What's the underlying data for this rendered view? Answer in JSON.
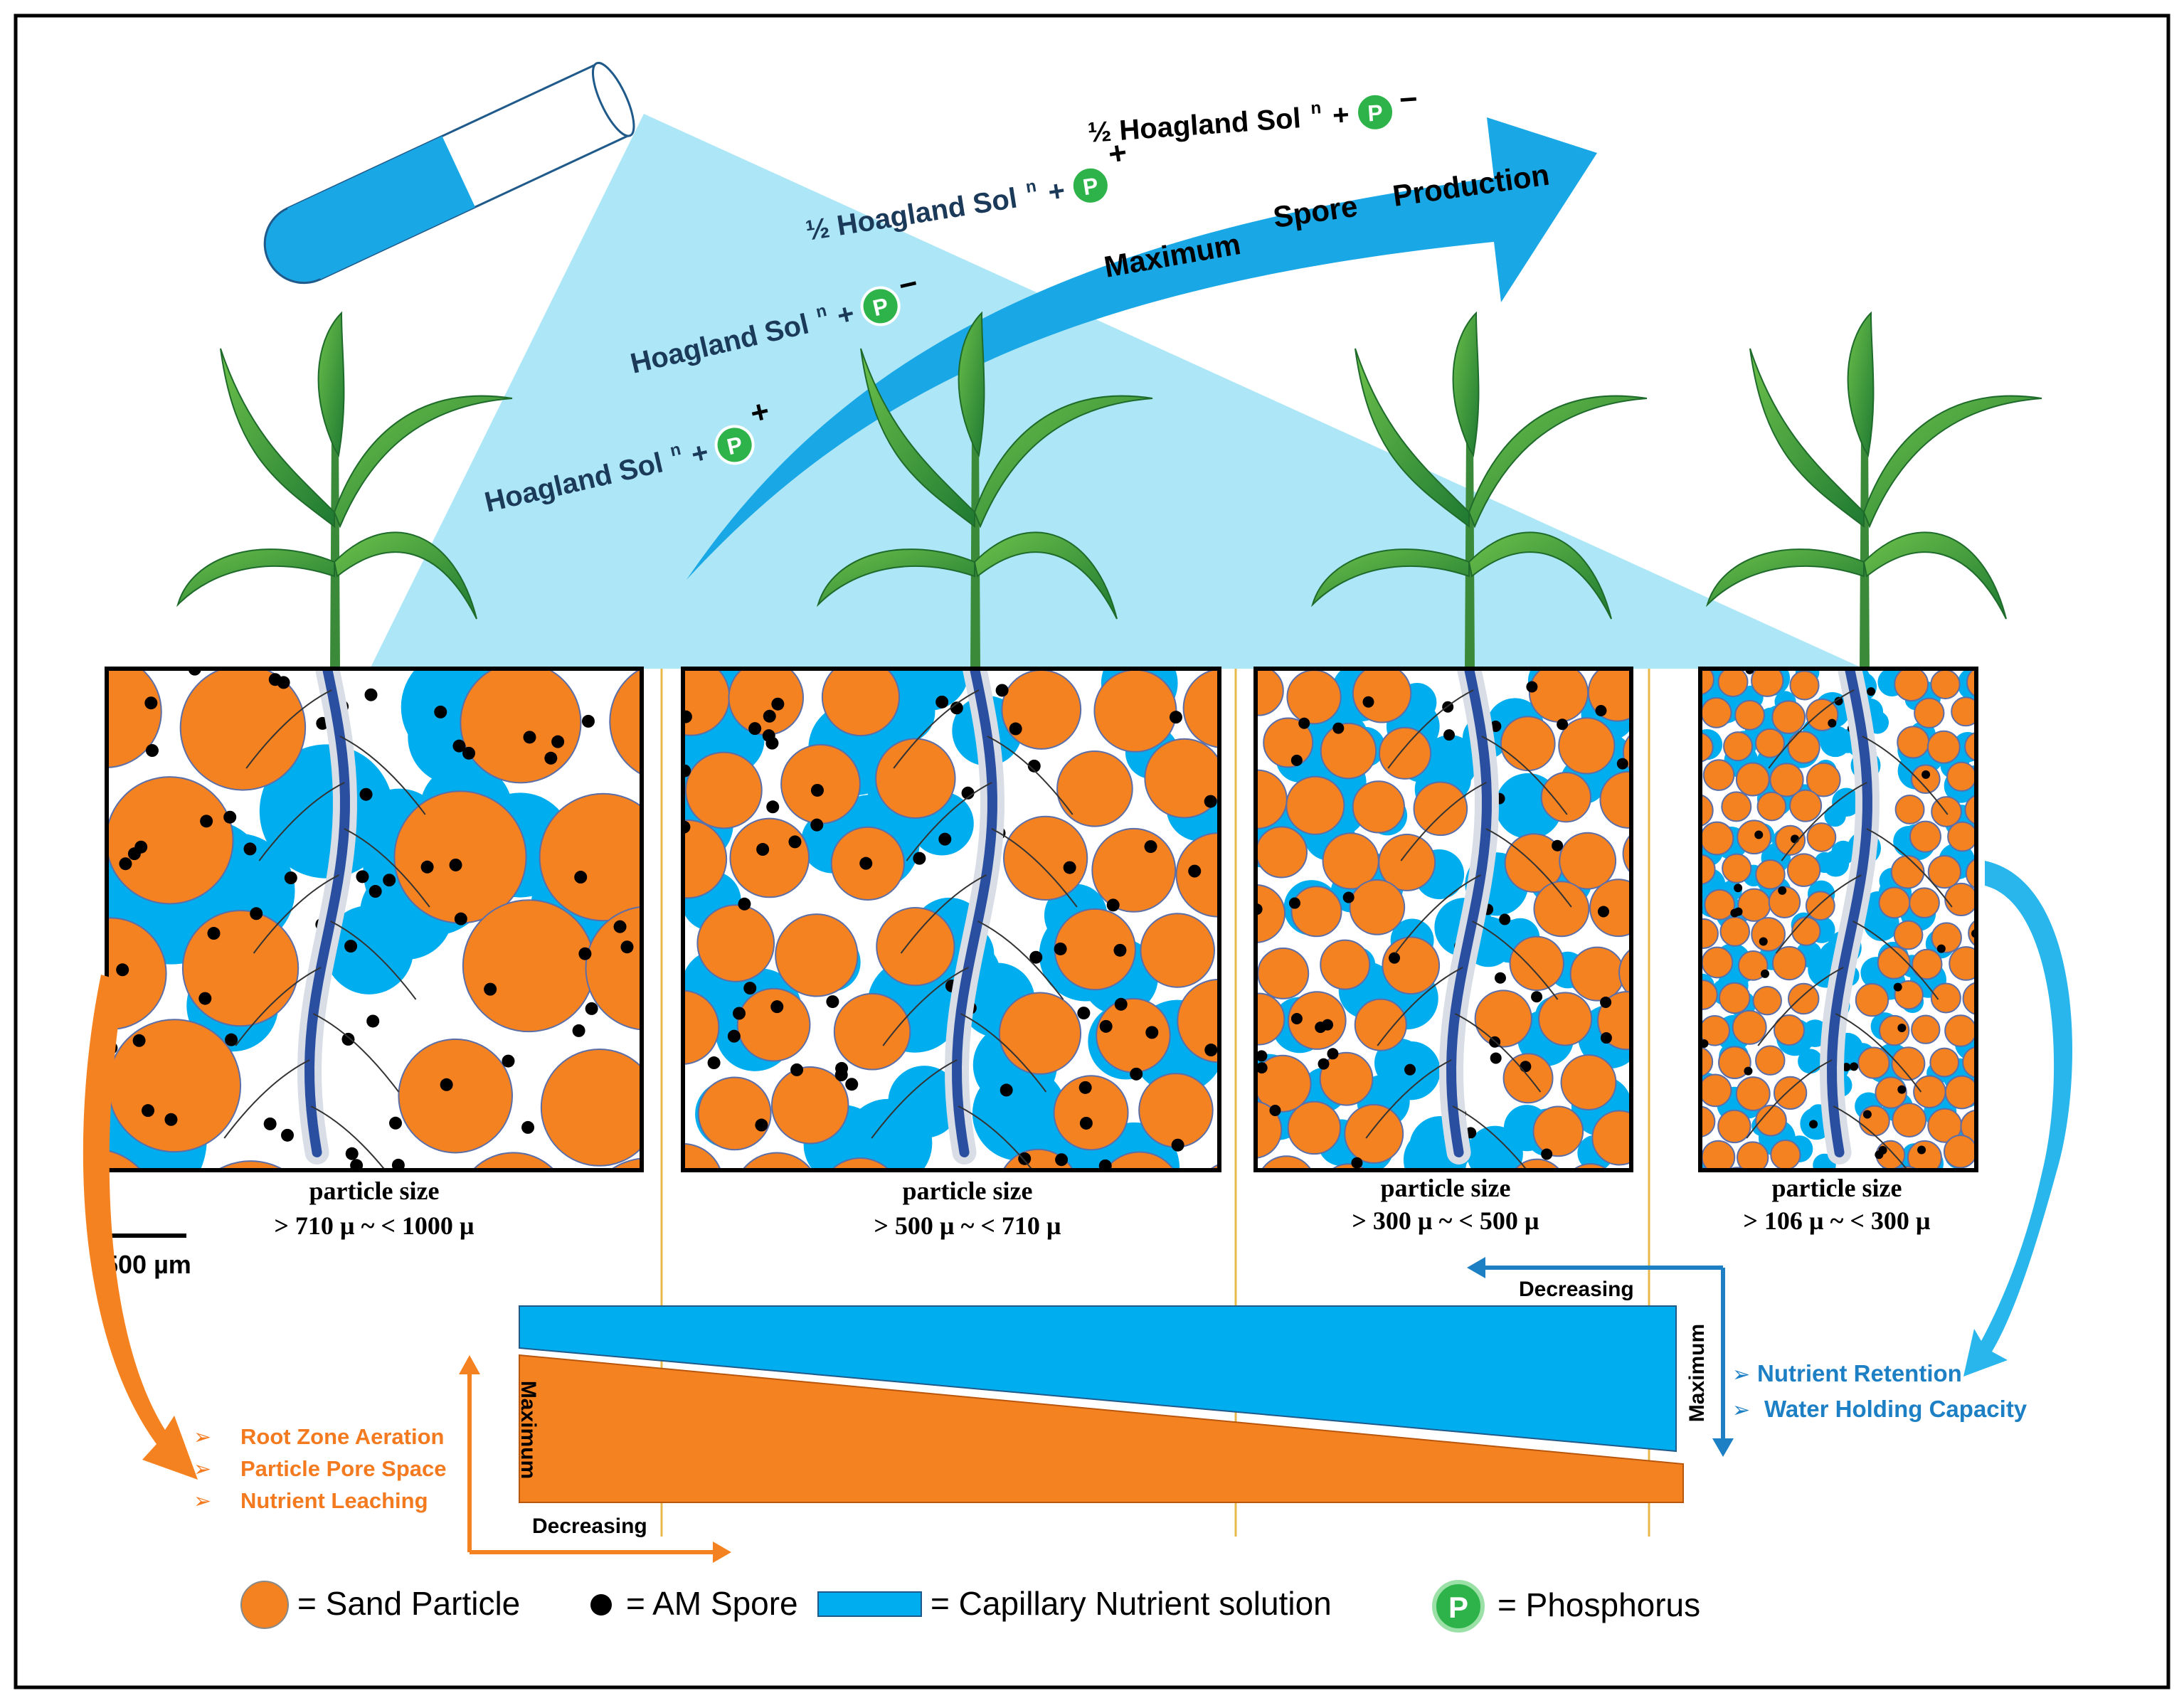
{
  "hoagland_labels": [
    {
      "text": "Hoagland Sol",
      "sup": "n",
      "sign": "+"
    },
    {
      "text": "Hoagland Sol",
      "sup": "n",
      "sign": "−"
    },
    {
      "text": "½ Hoagland Sol",
      "sup": "n",
      "sign": "+"
    },
    {
      "text": "½ Hoagland Sol",
      "sup": "n",
      "sign": "−"
    }
  ],
  "arrow_label": {
    "word1": "Maximum",
    "word2": "Spore",
    "word3": "Production"
  },
  "phosphorus_symbol": "P",
  "panels": [
    {
      "title": "particle size",
      "range": "> 710 µ ~ < 1000 µ"
    },
    {
      "title": "particle size",
      "range": "> 500 µ ~ < 710 µ"
    },
    {
      "title": "particle size",
      "range": "> 300 µ ~ < 500 µ"
    },
    {
      "title": "particle size",
      "range": "> 106 µ ~ < 300 µ"
    }
  ],
  "scale_bar": "500 µm",
  "left_axis": {
    "vertical": "Maximum",
    "horizontal": "Decreasing"
  },
  "right_axis": {
    "vertical": "Maximum",
    "horizontal": "Decreasing"
  },
  "left_properties": [
    "Root Zone Aeration",
    "Particle Pore Space",
    "Nutrient Leaching"
  ],
  "right_properties": [
    "Nutrient Retention",
    "Water Holding Capacity"
  ],
  "legend": {
    "sand": "= Sand Particle",
    "spore": "= AM Spore",
    "capillary": "= Capillary Nutrient solution",
    "phosphorus": "= Phosphorus"
  },
  "colors": {
    "sand": "#f58220",
    "water": "#00aeef",
    "light_blue": "#9fe3f6",
    "arrow_blue": "#1aa7e6",
    "phosphorus_green": "#2db34a",
    "left_text": "#f47a20",
    "right_text": "#1d7fc4",
    "divider": "#e8b84a",
    "leaf": "#3aa546"
  }
}
